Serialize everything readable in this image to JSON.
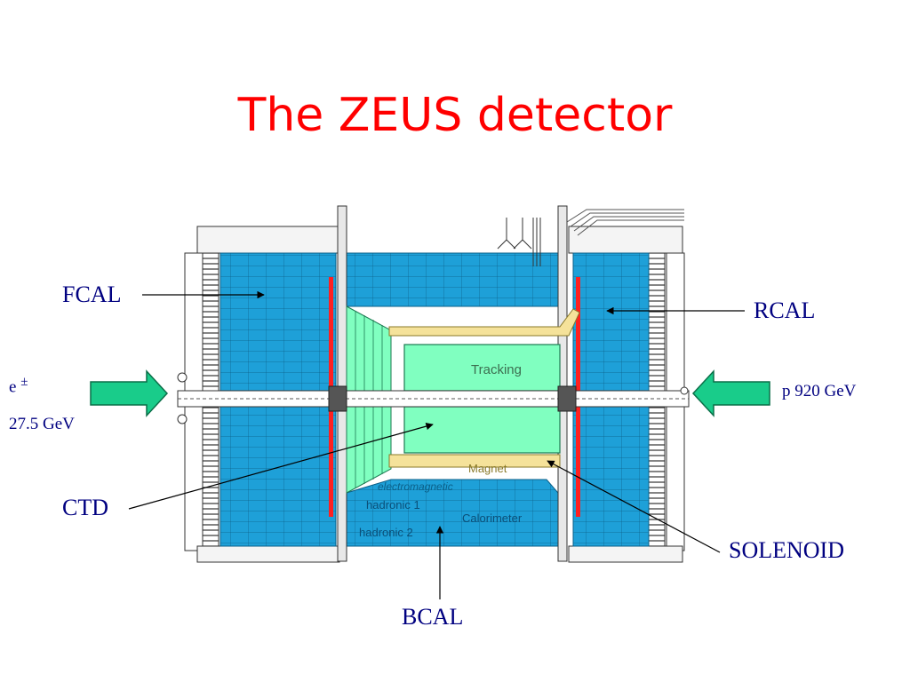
{
  "title": "The ZEUS detector",
  "labels": {
    "fcal": "FCAL",
    "rcal": "RCAL",
    "ctd": "CTD",
    "solenoid": "SOLENOID",
    "bcal": "BCAL",
    "electron": "e",
    "electron_charge": "±",
    "electron_energy": "27.5 GeV",
    "proton_energy": "p 920 GeV"
  },
  "inner_labels": {
    "tracking": "Tracking",
    "magnet": "Magnet",
    "electromagnetic": "electromagnetic",
    "hadronic1": "hadronic 1",
    "hadronic2": "hadronic 2",
    "calorimeter": "Calorimeter"
  },
  "colors": {
    "title": "#ff0000",
    "label": "#000080",
    "calorimeter": "#1ea0d8",
    "tracking": "#80ffc0",
    "magnet": "#f5e29a",
    "beam_arrow": "#19cc8a",
    "absorber": "#ff2020"
  }
}
